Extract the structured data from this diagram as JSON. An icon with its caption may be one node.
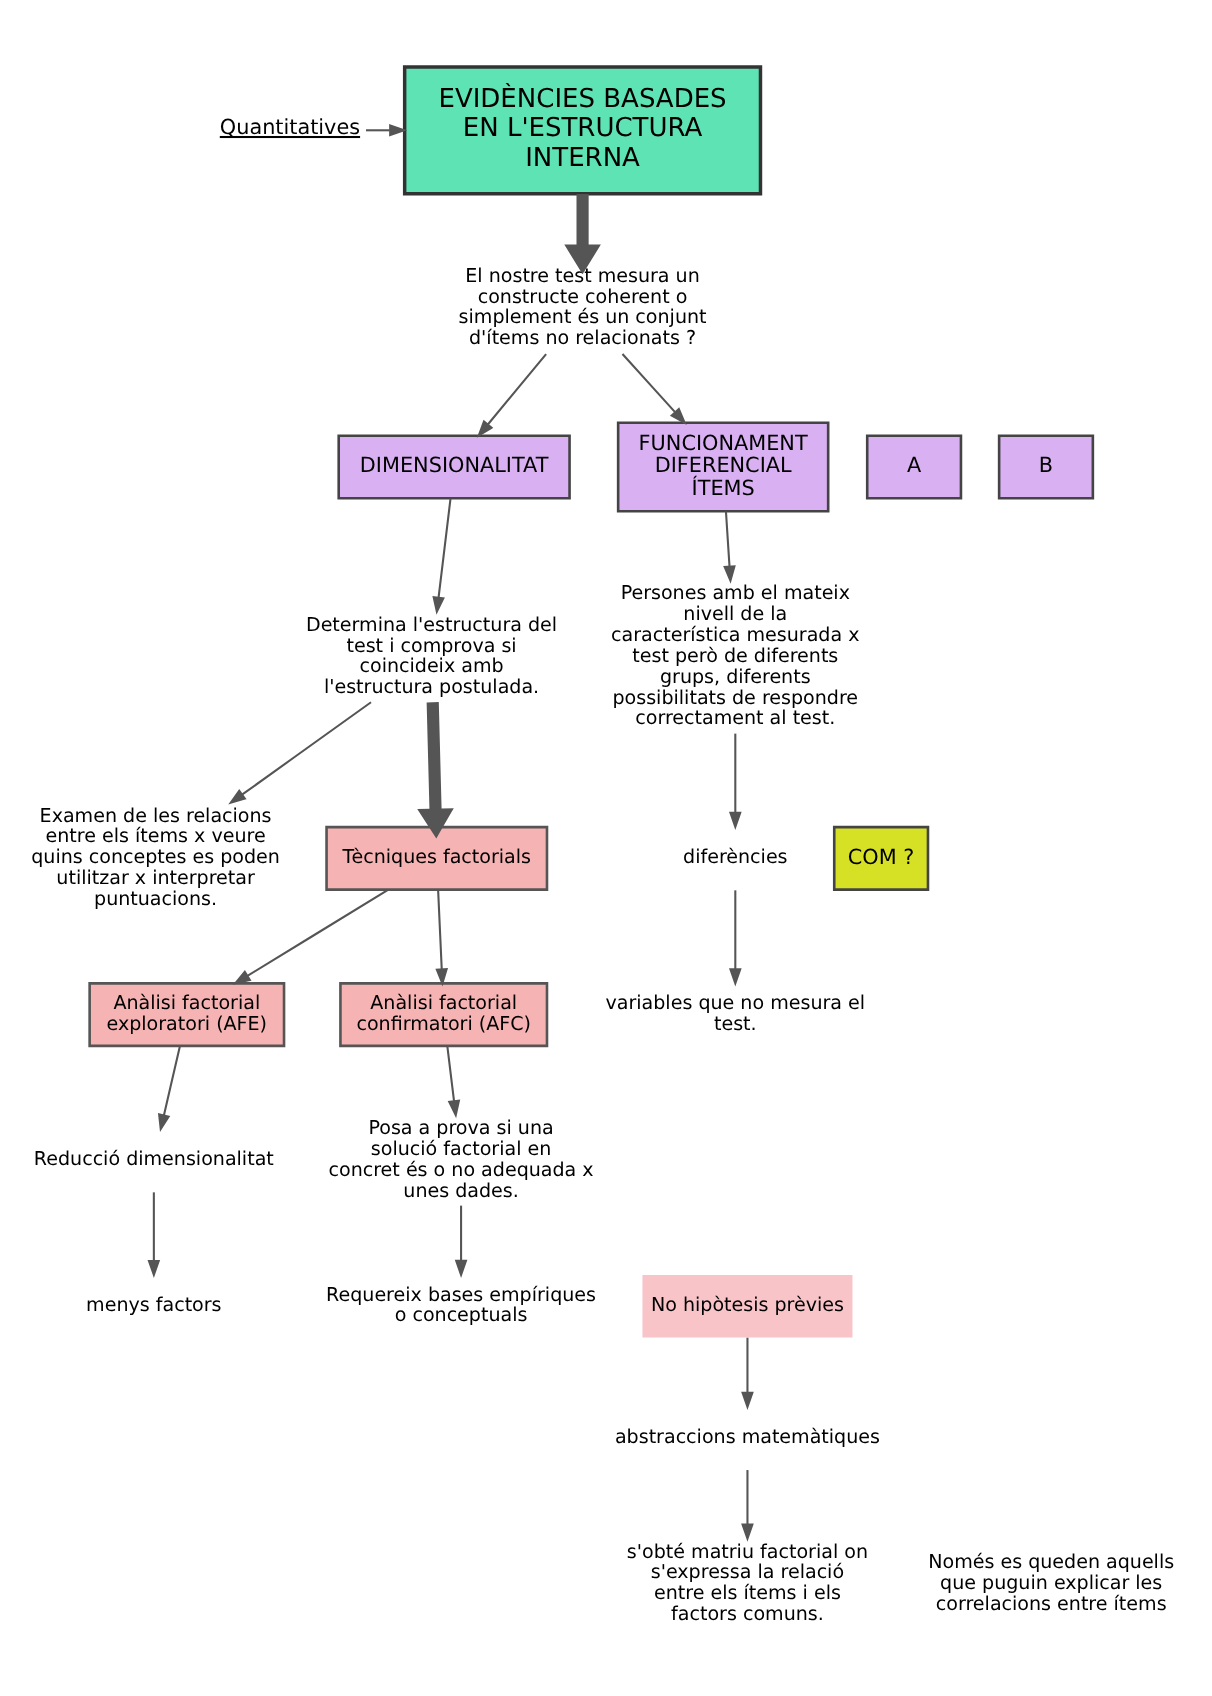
{
  "diagram": {
    "nodes": [
      {
        "text": [
          "EVIDÈNCIES BASADES EN L'ESTRUCTURA INTERNA"
        ]
      },
      {
        "text": [
          "Quantitatives"
        ]
      },
      {
        "text": [
          "El nostre test mesura un constructe coherent o simplement és un conjunt d'ítems no relacionats ?"
        ]
      },
      {
        "text": [
          "A"
        ]
      },
      {
        "text": [
          "DIMENSIONALITAT"
        ]
      },
      {
        "text": [
          "B"
        ]
      },
      {
        "text": [
          "FUNCIONAMENT DIFERENCIAL ÍTEMS"
        ]
      },
      {
        "text": [
          "COM ?"
        ]
      },
      {
        "text": [
          "Examen de les relacions entre els ítems x veure quins conceptes es poden utilitzar x interpretar puntuacions."
        ]
      },
      {
        "text": [
          "Determina l'estructura del test i comprova si coincideix amb l'estructura postulada."
        ]
      },
      {
        "text": [
          "Tècniques factorials"
        ]
      },
      {
        "text": [
          "Anàlisi factorial exploratori (AFE)"
        ]
      },
      {
        "text": [
          "Anàlisi factorial confirmatori (AFC)"
        ]
      },
      {
        "text": [
          "Reducció dimensionalitat"
        ]
      },
      {
        "text": [
          "menys factors"
        ]
      },
      {
        "text": [
          "No hipòtesis prèvies"
        ]
      },
      {
        "text": [
          "abstraccions matemàtiques"
        ]
      },
      {
        "text": [
          "s'obté matriu factorial on s'expressa la relació entre els ítems i els factors comuns."
        ]
      },
      {
        "text": [
          "Posa a prova si una solució factorial en concret és o no adequada x unes dades."
        ]
      },
      {
        "text": [
          "Requereix bases empíriques o conceptuals"
        ]
      },
      {
        "text": [
          "Persones amb el mateix nivell de la característica mesurada x test però de diferents grups, diferents possibilitats de respondre correctament al test."
        ]
      },
      {
        "text": [
          "diferències"
        ]
      },
      {
        "text": [
          "variables que no mesura el test."
        ]
      }
    ],
    "edges": [
      {
        "from": 1,
        "to": 0,
        "arrow": "to"
      },
      {
        "from": 0,
        "to": 2,
        "arrow": "to",
        "style": "thick"
      },
      {
        "from": 2,
        "to": 4,
        "arrow": "to"
      },
      {
        "from": 2,
        "to": 6,
        "arrow": "to"
      },
      {
        "from": 4,
        "to": 9,
        "arrow": "to"
      },
      {
        "from": 9,
        "to": 8,
        "arrow": "to"
      },
      {
        "from": 9,
        "to": 10,
        "arrow": "to",
        "style": "thick"
      },
      {
        "from": 10,
        "to": 11,
        "arrow": "to"
      },
      {
        "from": 10,
        "to": 12,
        "arrow": "to"
      },
      {
        "from": 11,
        "to": 13,
        "arrow": "to"
      },
      {
        "from": 13,
        "to": 14,
        "arrow": "to"
      },
      {
        "from": 15,
        "to": 16,
        "arrow": "to"
      },
      {
        "from": 16,
        "to": 17,
        "arrow": "to"
      },
      {
        "from": 12,
        "to": 18,
        "arrow": "to"
      },
      {
        "from": 18,
        "to": 19,
        "arrow": "to"
      },
      {
        "from": 6,
        "to": 20,
        "arrow": "to"
      },
      {
        "from": 20,
        "to": 21,
        "arrow": "to"
      },
      {
        "from": 21,
        "to": 22,
        "arrow": "to"
      }
    ],
    "labels": [
      "Només es queden aquells que puguin explicar les correlacions entre ítems"
    ]
  }
}
